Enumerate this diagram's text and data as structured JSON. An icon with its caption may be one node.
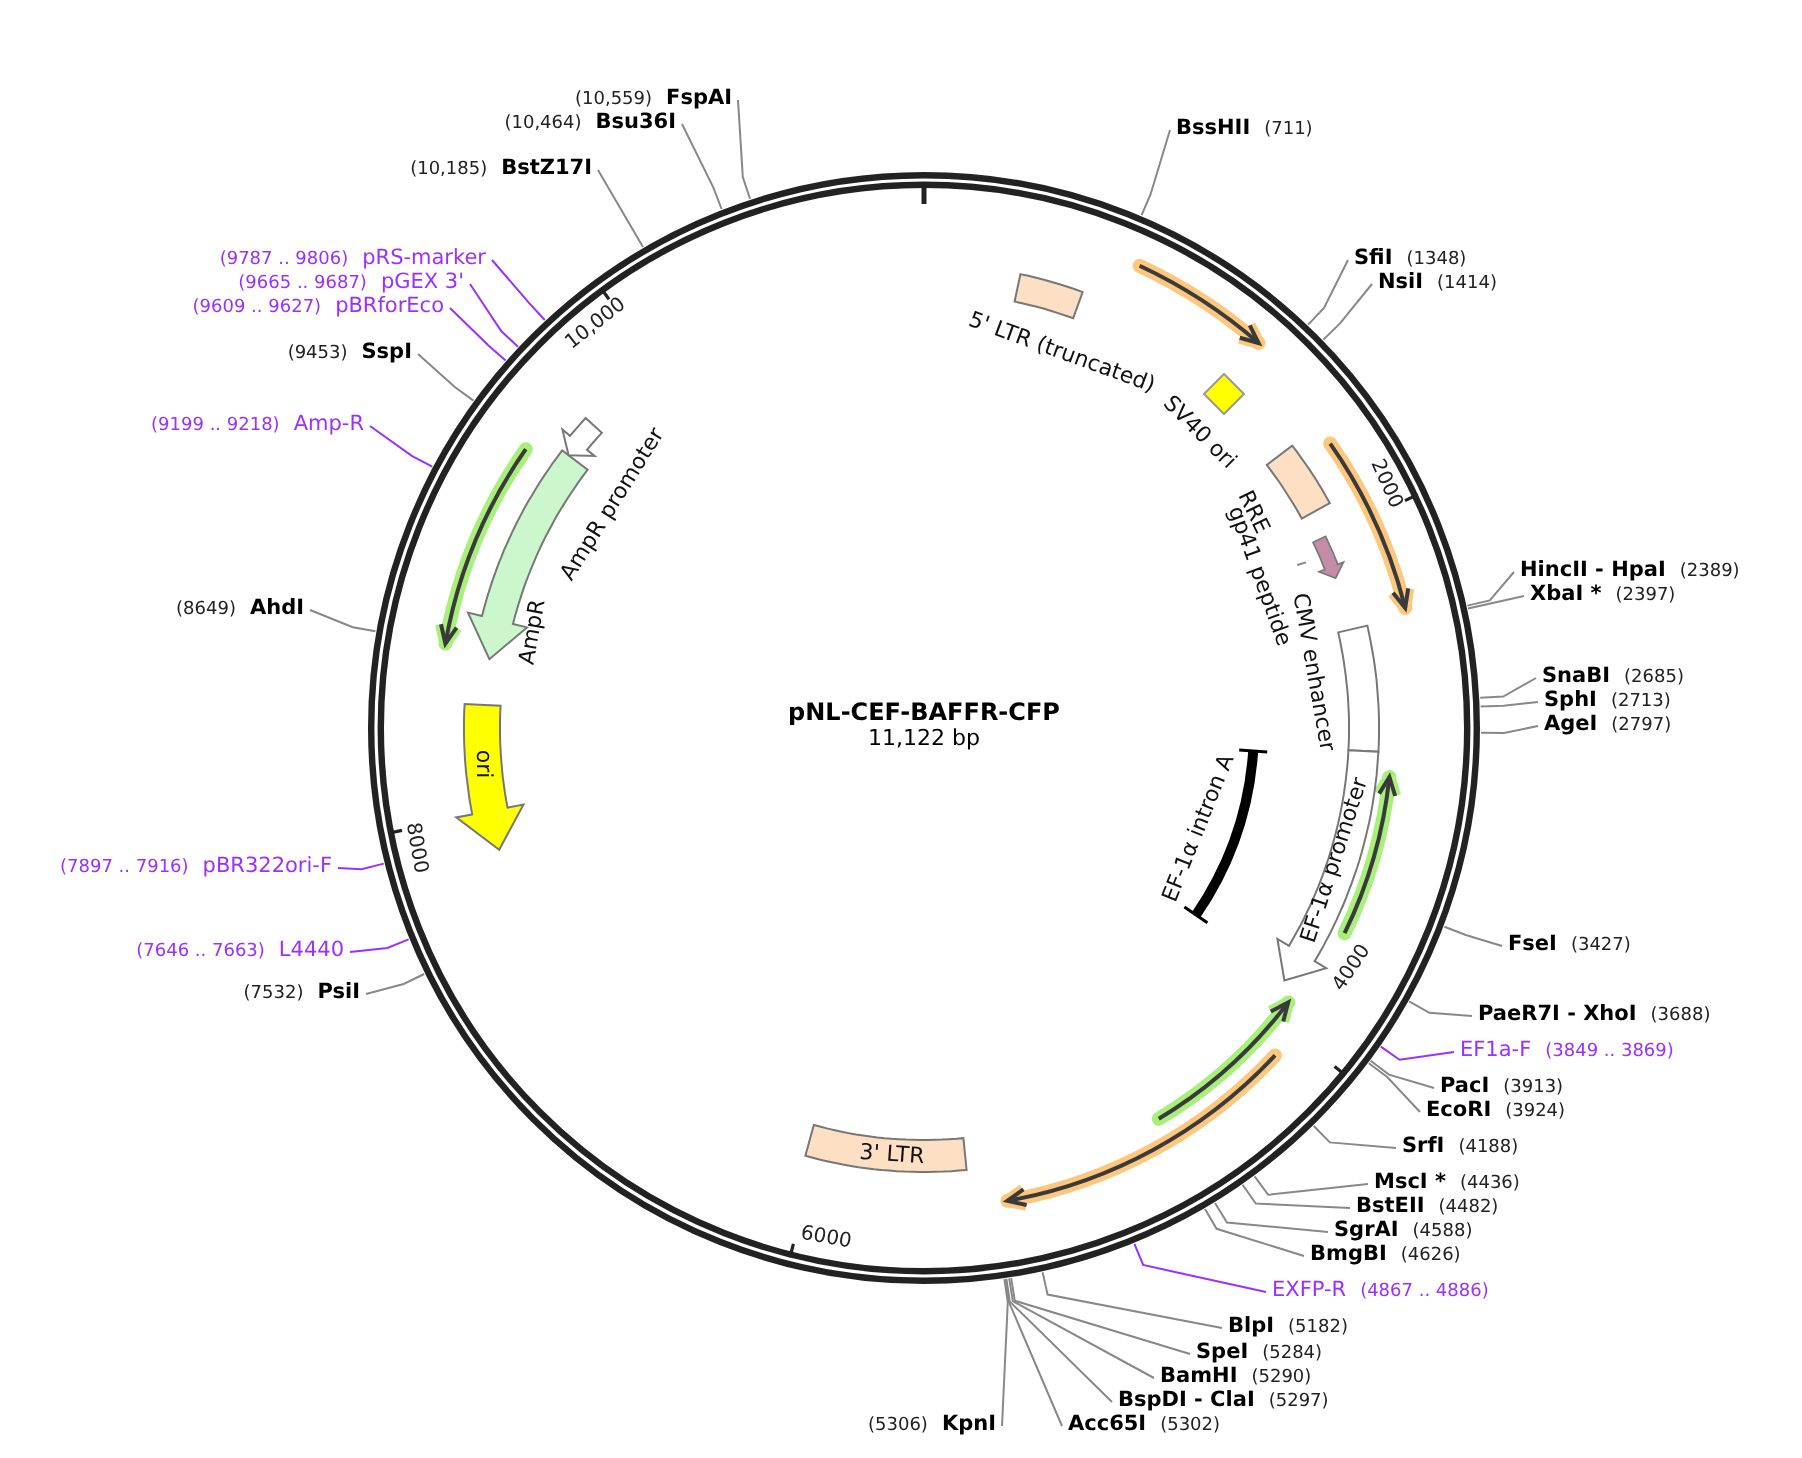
{
  "diagram": {
    "nodes": [
      {
        "text": [
          "pNL-CEF-BAFFR-CFP",
          "11,122 bp"
        ]
      },
      {
        "text": [
          "5' LTR (truncated)"
        ],
        "in": 0
      },
      {
        "text": [
          "SV40 ori"
        ],
        "in": 0
      },
      {
        "text": [
          "RRE"
        ],
        "in": 0
      },
      {
        "text": [
          "gp41 peptide"
        ],
        "in": 0
      },
      {
        "text": [],
        "shape": "arrow",
        "in": 0
      },
      {
        "text": [
          "CMV enhancer"
        ],
        "in": 0
      },
      {
        "text": [
          "EF-1α promoter"
        ],
        "in": 0
      },
      {
        "text": [
          "EF-1α intron A"
        ],
        "in": 0
      },
      {
        "text": [
          "3' LTR"
        ],
        "in": 0
      },
      {
        "text": [
          "ori"
        ],
        "in": 0
      },
      {
        "text": [
          "AmpR"
        ],
        "in": 0
      },
      {
        "text": [
          "AmpR promoter"
        ],
        "in": 0
      },
      {
        "text": [
          "BssHII",
          "(711)"
        ]
      },
      {
        "text": [
          "SfiI",
          "(1348)"
        ]
      },
      {
        "text": [
          "NsiI",
          "(1414)"
        ]
      },
      {
        "text": [
          "HincII - HpaI",
          "(2389)"
        ]
      },
      {
        "text": [
          "XbaI *",
          "(2397)"
        ]
      },
      {
        "text": [
          "SnaBI",
          "(2685)"
        ]
      },
      {
        "text": [
          "SphI",
          "(2713)"
        ]
      },
      {
        "text": [
          "AgeI",
          "(2797)"
        ]
      },
      {
        "text": [
          "FseI",
          "(3427)"
        ]
      },
      {
        "text": [
          "PaeR7I - XhoI",
          "(3688)"
        ]
      },
      {
        "text": [
          "EF1a-F",
          "(3849 .. 3869)"
        ]
      },
      {
        "text": [
          "PacI",
          "(3913)"
        ]
      },
      {
        "text": [
          "EcoRI",
          "(3924)"
        ]
      },
      {
        "text": [
          "SrfI",
          "(4188)"
        ]
      },
      {
        "text": [
          "MscI *",
          "(4436)"
        ]
      },
      {
        "text": [
          "BstEII",
          "(4482)"
        ]
      },
      {
        "text": [
          "SgrAI",
          "(4588)"
        ]
      },
      {
        "text": [
          "BmgBI",
          "(4626)"
        ]
      },
      {
        "text": [
          "EXFP-R",
          "(4867 .. 4886)"
        ]
      },
      {
        "text": [
          "BlpI",
          "(5182)"
        ]
      },
      {
        "text": [
          "SpeI",
          "(5284)"
        ]
      },
      {
        "text": [
          "BamHI",
          "(5290)"
        ]
      },
      {
        "text": [
          "BspDI - ClaI",
          "(5297)"
        ]
      },
      {
        "text": [
          "Acc65I",
          "(5302)"
        ]
      },
      {
        "text": [
          "(5306)",
          "KpnI"
        ]
      },
      {
        "text": [
          "(7532)",
          "PsiI"
        ]
      },
      {
        "text": [
          "(7646 .. 7663)",
          "L4440"
        ]
      },
      {
        "text": [
          "(7897 .. 7916)",
          "pBR322ori-F"
        ]
      },
      {
        "text": [
          "(8649)",
          "AhdI"
        ]
      },
      {
        "text": [
          "(9199 .. 9218)",
          "Amp-R"
        ]
      },
      {
        "text": [
          "(9453)",
          "SspI"
        ]
      },
      {
        "text": [
          "(9609 .. 9627)",
          "pBRforEco"
        ]
      },
      {
        "text": [
          "(9665 .. 9687)",
          "pGEX 3'"
        ]
      },
      {
        "text": [
          "(9787 .. 9806)",
          "pRS-marker"
        ]
      },
      {
        "text": [
          "(10,185)",
          "BstZ17I"
        ]
      },
      {
        "text": [
          "(10,464)",
          "Bsu36I"
        ]
      },
      {
        "text": [
          "(10,559)",
          "FspAI"
        ]
      }
    ],
    "edges": [
      {
        "from": 4,
        "to": 5,
        "arrow": "none"
      },
      {
        "from": 13,
        "to": 0,
        "arrow": "none"
      },
      {
        "from": 14,
        "to": 0,
        "arrow": "none"
      },
      {
        "from": 15,
        "to": 0,
        "arrow": "none"
      },
      {
        "from": 16,
        "to": 0,
        "arrow": "none"
      },
      {
        "from": 17,
        "to": 0,
        "arrow": "none"
      },
      {
        "from": 18,
        "to": 0,
        "arrow": "none"
      },
      {
        "from": 19,
        "to": 0,
        "arrow": "none"
      },
      {
        "from": 20,
        "to": 0,
        "arrow": "none"
      },
      {
        "from": 21,
        "to": 0,
        "arrow": "none"
      },
      {
        "from": 22,
        "to": 0,
        "arrow": "none"
      },
      {
        "from": 23,
        "to": 0,
        "arrow": "none",
        "color": "#9b30ff"
      },
      {
        "from": 24,
        "to": 0,
        "arrow": "none"
      },
      {
        "from": 25,
        "to": 0,
        "arrow": "none"
      },
      {
        "from": 26,
        "to": 0,
        "arrow": "none"
      },
      {
        "from": 27,
        "to": 0,
        "arrow": "none"
      },
      {
        "from": 28,
        "to": 0,
        "arrow": "none"
      },
      {
        "from": 29,
        "to": 0,
        "arrow": "none"
      },
      {
        "from": 30,
        "to": 0,
        "arrow": "none"
      },
      {
        "from": 31,
        "to": 0,
        "arrow": "none",
        "color": "#9b30ff"
      },
      {
        "from": 32,
        "to": 0,
        "arrow": "none"
      },
      {
        "from": 33,
        "to": 0,
        "arrow": "none"
      },
      {
        "from": 34,
        "to": 0,
        "arrow": "none"
      },
      {
        "from": 35,
        "to": 0,
        "arrow": "none"
      },
      {
        "from": 36,
        "to": 0,
        "arrow": "none"
      },
      {
        "from": 37,
        "to": 0,
        "arrow": "none"
      },
      {
        "from": 38,
        "to": 0,
        "arrow": "none"
      },
      {
        "from": 39,
        "to": 0,
        "arrow": "none",
        "color": "#9b30ff"
      },
      {
        "from": 40,
        "to": 0,
        "arrow": "none",
        "color": "#9b30ff"
      },
      {
        "from": 41,
        "to": 0,
        "arrow": "none"
      },
      {
        "from": 42,
        "to": 0,
        "arrow": "none",
        "color": "#9b30ff"
      },
      {
        "from": 43,
        "to": 0,
        "arrow": "none"
      },
      {
        "from": 44,
        "to": 0,
        "arrow": "none",
        "color": "#9b30ff"
      },
      {
        "from": 45,
        "to": 0,
        "arrow": "none",
        "color": "#9b30ff"
      },
      {
        "from": 46,
        "to": 0,
        "arrow": "none",
        "color": "#9b30ff"
      },
      {
        "from": 47,
        "to": 0,
        "arrow": "none"
      },
      {
        "from": 48,
        "to": 0,
        "arrow": "none"
      },
      {
        "from": 49,
        "to": 0,
        "arrow": "none"
      }
    ],
    "labels": [
      "2000",
      "4000",
      "6000",
      "8000",
      "10,000"
    ]
  }
}
